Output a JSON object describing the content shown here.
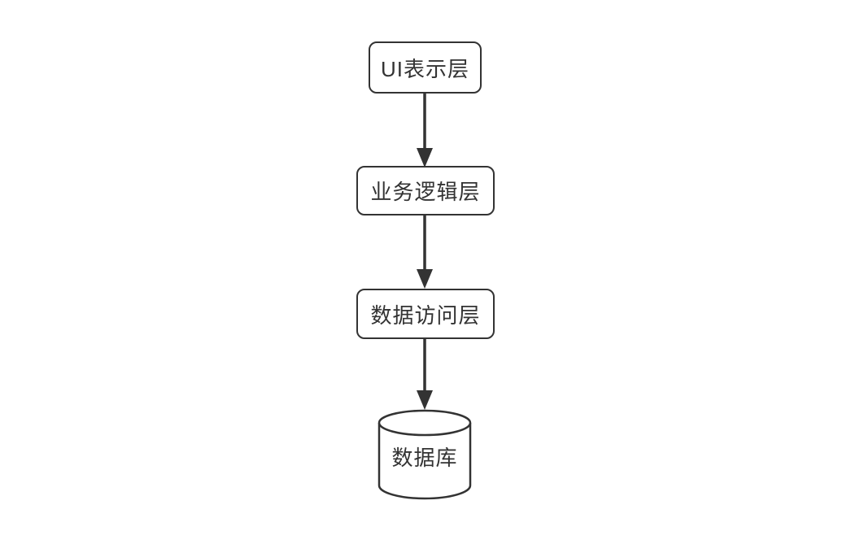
{
  "diagram": {
    "title": "three-tier-architecture-flowchart",
    "colors": {
      "background": "#ffffff",
      "stroke": "#333333",
      "text": "#333333",
      "node_fill": "#ffffff"
    },
    "nodes": [
      {
        "id": "ui-layer",
        "label": "UI表示层",
        "shape": "rounded-rect"
      },
      {
        "id": "business-layer",
        "label": "业务逻辑层",
        "shape": "rounded-rect"
      },
      {
        "id": "data-access-layer",
        "label": "数据访问层",
        "shape": "rounded-rect"
      },
      {
        "id": "database",
        "label": "数据库",
        "shape": "cylinder"
      }
    ],
    "edges": [
      {
        "from": "ui-layer",
        "to": "business-layer",
        "style": "solid-arrow-down"
      },
      {
        "from": "business-layer",
        "to": "data-access-layer",
        "style": "solid-arrow-down"
      },
      {
        "from": "data-access-layer",
        "to": "database",
        "style": "solid-arrow-down"
      }
    ]
  }
}
